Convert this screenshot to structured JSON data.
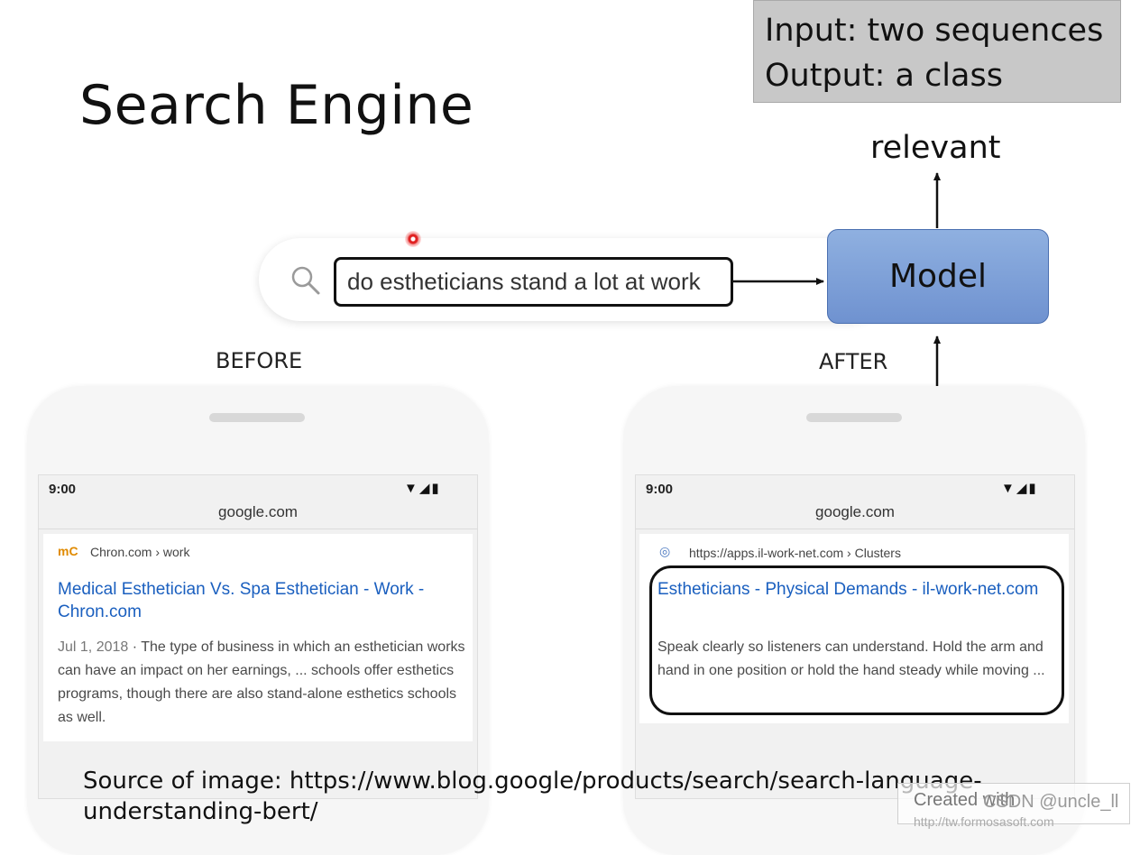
{
  "slide": {
    "title": "Search Engine",
    "io_line1": "Input: two sequences",
    "io_line2": "Output: a class",
    "relevant_label": "relevant",
    "model_label": "Model",
    "query": "do estheticians stand a lot at work",
    "before_label": "BEFORE",
    "after_label": "AFTER",
    "source_text": "Source of image: https://www.blog.google/products/search/search-language-understanding-bert/"
  },
  "phone_before": {
    "time": "9:00",
    "status_icons": "▼◢▮",
    "url": "google.com",
    "site_icon": "mC",
    "site": "Chron.com › work",
    "result_title": "Medical Esthetician Vs. Spa Esthetician - Work - Chron.com",
    "date": "Jul 1, 2018",
    "snippet": "The type of business in which an esthetician works can have an impact on her earnings, ... schools offer esthetics programs, though there are also stand-alone esthetics schools as well."
  },
  "phone_after": {
    "time": "9:00",
    "status_icons": "▼◢▮",
    "url": "google.com",
    "site_icon": "◎",
    "site": "https://apps.il-work-net.com › Clusters",
    "result_title": "Estheticians - Physical Demands - il-work-net.com",
    "snippet": "Speak clearly so listeners can understand. Hold the arm and hand in one position or hold the hand steady while moving ..."
  },
  "watermark": {
    "line1": "Created with",
    "line2": "CSDN @uncle_ll",
    "line3": "http://tw.formosasoft.com"
  },
  "colors": {
    "model_fill": "#7a9cd6",
    "link_blue": "#1a5fbf",
    "info_box": "#c8c8c8"
  }
}
